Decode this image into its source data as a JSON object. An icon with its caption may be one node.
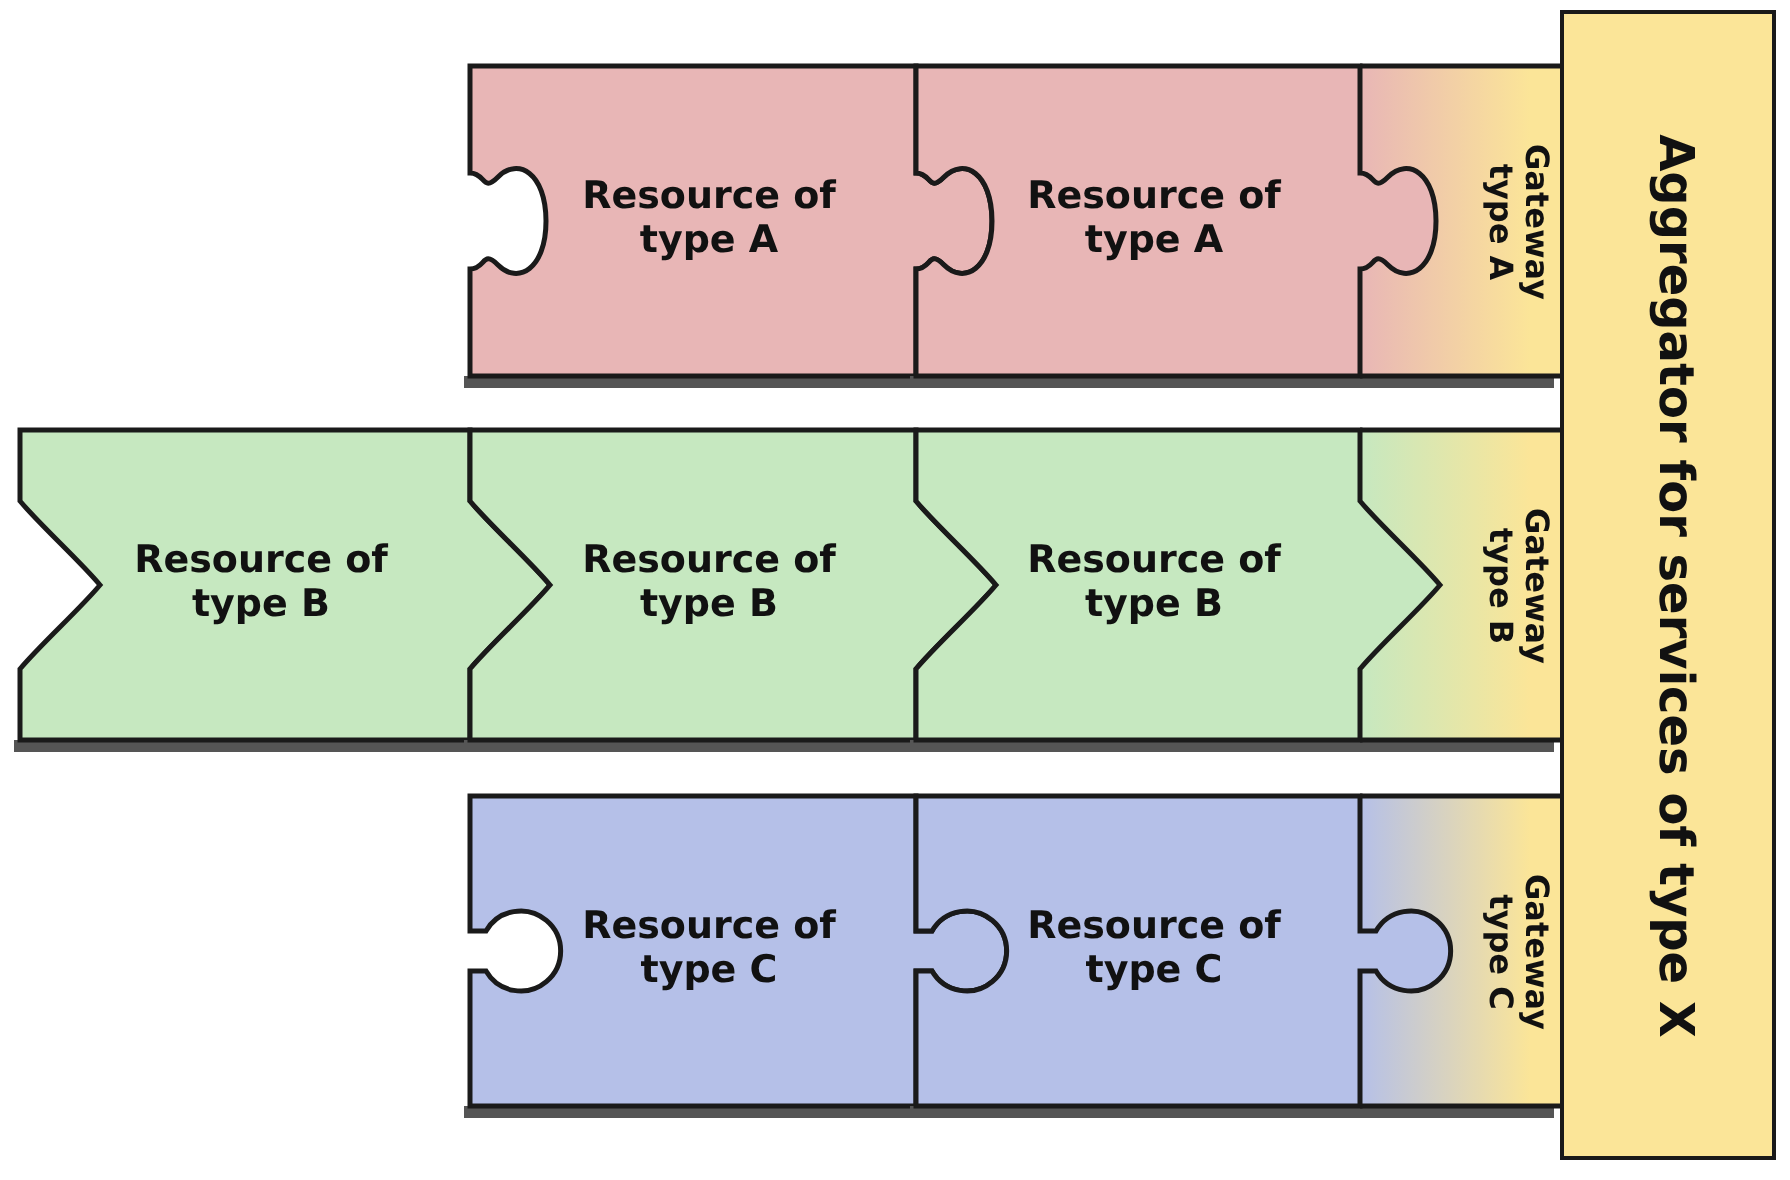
{
  "diagram": {
    "nodes": [
      {
        "text": [
          "Resource of type A"
        ]
      },
      {
        "text": [
          "Resource of type A"
        ]
      },
      {
        "text": [
          "Gateway type A"
        ]
      },
      {
        "text": [
          "Resource of type B"
        ]
      },
      {
        "text": [
          "Resource of type B"
        ]
      },
      {
        "text": [
          "Resource of type B"
        ]
      },
      {
        "text": [
          "Gateway type B"
        ]
      },
      {
        "text": [
          "Resource of type C"
        ]
      },
      {
        "text": [
          "Resource of type C"
        ]
      },
      {
        "text": [
          "Gateway type C"
        ]
      },
      {
        "text": [
          "Aggregator for services of type X"
        ]
      }
    ]
  }
}
